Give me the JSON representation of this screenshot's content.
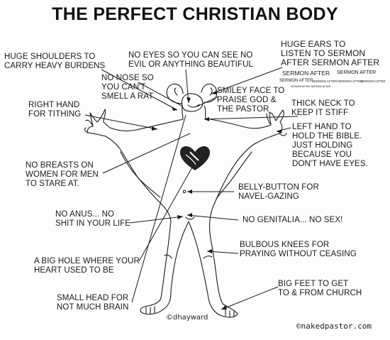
{
  "title": "THE PERFECT CHRISTIAN BODY",
  "labels": {
    "shoulders": [
      "HUGE SHOULDERS TO",
      "CARRY HEAVY BURDENS"
    ],
    "eyes": [
      "NO EYES SO YOU CAN SEE NO",
      "EVIL OR ANYTHING BEAUTIFUL"
    ],
    "ears": [
      "HUGE EARS TO",
      "LISTEN TO SERMON",
      "AFTER SERMON AFTER"
    ],
    "ears_small": [
      "SERMON AFTER",
      "SERMON AFTER",
      "SERMON AFTER",
      "SERMON AFTER",
      "SERMON AFTER",
      "SERMON AFTER",
      "SERMON AFTER SERMON AFTER"
    ],
    "nose": [
      "NO NOSE SO",
      "YOU CAN'T",
      "SMELL A RAT"
    ],
    "smiley": [
      "SMILEY FACE TO",
      "PRAISE GOD &",
      "THE PASTOR"
    ],
    "right_hand": [
      "RIGHT HAND",
      "FOR TITHING"
    ],
    "neck": [
      "THICK NECK TO",
      "KEEP IT STIFF"
    ],
    "left_hand": [
      "LEFT HAND TO",
      "HOLD THE BIBLE.",
      "JUST HOLDING",
      "BECAUSE YOU",
      "DON'T HAVE EYES."
    ],
    "breasts": [
      "NO BREASTS ON",
      "WOMEN FOR MEN",
      "TO STARE AT."
    ],
    "belly": [
      "BELLY-BUTTON FOR",
      "NAVEL-GAZING"
    ],
    "anus": [
      "NO ANUS... NO",
      "SHIT IN YOUR LIFE"
    ],
    "genitalia": [
      "NO GENITALIA... NO SEX!"
    ],
    "knees": [
      "BULBOUS KNEES FOR",
      "PRAYING WITHOUT CEASING"
    ],
    "heart": [
      "A BIG HOLE WHERE YOUR",
      "HEART USED TO BE"
    ],
    "head": [
      "SMALL HEAD FOR",
      "NOT MUCH BRAIN"
    ],
    "feet": [
      "BIG FEET TO GET",
      "TO & FROM CHURCH"
    ]
  },
  "credit": "©dhayward",
  "site": "©nakedpastor.com",
  "colors": {
    "ink": "#1a1a1a",
    "paper": "#fdfdfd",
    "heart": "#222222"
  }
}
